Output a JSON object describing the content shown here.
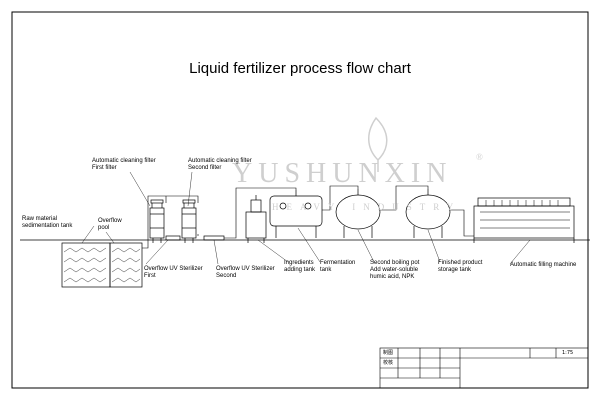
{
  "title": "Liquid fertilizer process flow chart",
  "watermark": {
    "brand": "YUSHUNXIN",
    "registered": "®",
    "subtitle": "HEAVY INDUSTRY"
  },
  "labels": {
    "raw_material_tank": [
      "Raw material",
      "sedimentation tank"
    ],
    "overflow_pool": [
      "Overflow",
      "pool"
    ],
    "first_filter": [
      "Automatic cleaning filter",
      "First filter"
    ],
    "second_filter": [
      "Automatic cleaning filter",
      "Second filter"
    ],
    "uv_first": [
      "Overflow UV Sterilizer",
      "First"
    ],
    "uv_second": [
      "Overflow UV Sterilizer",
      "Second"
    ],
    "ingredients_tank": [
      "Ingredients",
      "adding tank"
    ],
    "fermentation_tank": [
      "Fermentation",
      "tank"
    ],
    "second_boiling_pot": [
      "Second boiling pot",
      "Add water-soluble",
      "humic acid, NPK"
    ],
    "finished_storage": [
      "Finished product",
      "storage tank"
    ],
    "filling_machine": [
      "Automatic filling machine"
    ]
  },
  "title_block": {
    "row1_label": "制图",
    "row2_label": "校核",
    "scale": "1:75"
  }
}
